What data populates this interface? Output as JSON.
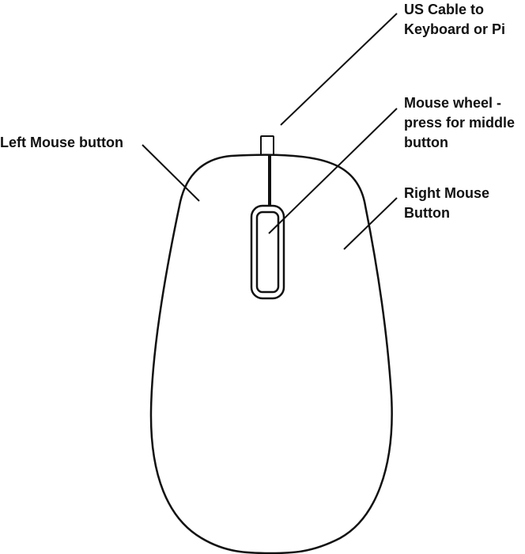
{
  "colors": {
    "stroke": "#111111",
    "fill": "#ffffff",
    "text": "#111111"
  },
  "labels": {
    "cable": {
      "line1": "US Cable to",
      "line2": "Keyboard or Pi"
    },
    "left_button": {
      "line1": "Left Mouse button"
    },
    "wheel": {
      "line1": "Mouse wheel -",
      "line2": "press for middle",
      "line3": "button"
    },
    "right_button": {
      "line1": "Right Mouse",
      "line2": "Button"
    }
  }
}
